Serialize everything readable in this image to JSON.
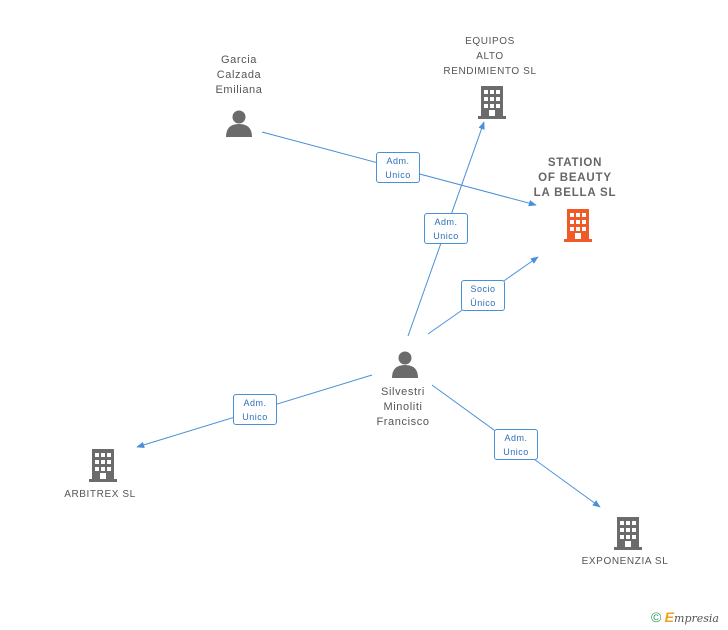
{
  "nodes": {
    "garcia": {
      "lines": [
        "Garcia",
        "Calzada",
        "Emiliana"
      ]
    },
    "silvestri": {
      "lines": [
        "Silvestri",
        "Minoliti",
        "Francisco"
      ]
    },
    "equipos": {
      "lines": [
        "EQUIPOS",
        "ALTO",
        "RENDIMIENTO SL"
      ]
    },
    "station": {
      "lines": [
        "STATION",
        "OF BEAUTY",
        "LA BELLA  SL"
      ]
    },
    "arbitrex": {
      "lines": [
        "ARBITREX SL"
      ]
    },
    "exponenzia": {
      "lines": [
        "EXPONENZIA SL"
      ]
    }
  },
  "edges": [
    {
      "id": "garcia-station",
      "lines": [
        "Adm.",
        "Unico"
      ]
    },
    {
      "id": "silvestri-equipos",
      "lines": [
        "Adm.",
        "Unico"
      ]
    },
    {
      "id": "silvestri-station",
      "lines": [
        "Socio",
        "Único"
      ]
    },
    {
      "id": "silvestri-arbitrex",
      "lines": [
        "Adm.",
        "Unico"
      ]
    },
    {
      "id": "silvestri-exponenzia",
      "lines": [
        "Adm.",
        "Unico"
      ]
    }
  ],
  "colors": {
    "edge": "#4a90d9",
    "person_icon": "#6b6b6b",
    "company_icon": "#6b6b6b",
    "main_company_icon": "#f05a28"
  },
  "footer": {
    "copyright": "©",
    "brand_initial": "E",
    "brand_rest": "mpresia"
  }
}
